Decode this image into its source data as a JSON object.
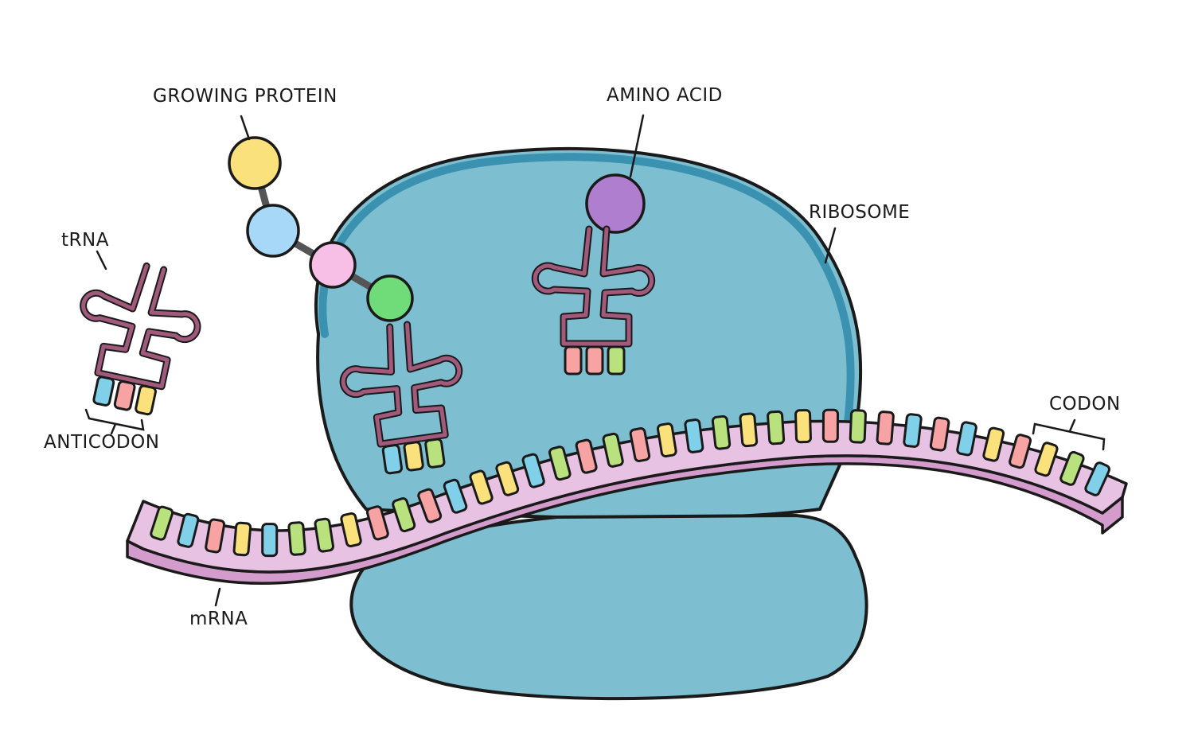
{
  "labels": {
    "growing_protein": "GROWING PROTEIN",
    "amino_acid": "AMINO ACID",
    "ribosome": "RIBOSOME",
    "trna": "tRNA",
    "anticodon": "ANTICODON",
    "codon": "CODON",
    "mrna": "mRNA"
  },
  "colors": {
    "ribosome_fill": "#7dbfd1",
    "ribosome_rim": "#3a92b0",
    "mrna_top": "#e8c2e2",
    "mrna_side": "#d49ccc",
    "trna_body": "#a25a7c",
    "protein_chain": [
      "#fbe17b",
      "#a8d8f8",
      "#f7bfe6",
      "#6fdc79"
    ],
    "amino_acid": "#b07ecf",
    "base_yellow": "#fbe17b",
    "base_blue": "#7fd0e8",
    "base_pink": "#f7a3a3",
    "base_green": "#b9e27e"
  },
  "mrna_bases": [
    "green",
    "blue",
    "pink",
    "yellow",
    "blue",
    "green",
    "green",
    "yellow",
    "pink",
    "green",
    "pink",
    "blue",
    "yellow",
    "yellow",
    "blue",
    "green",
    "pink",
    "green",
    "pink",
    "yellow",
    "blue",
    "green",
    "yellow",
    "green",
    "yellow",
    "pink",
    "green",
    "pink",
    "blue",
    "pink",
    "blue",
    "yellow",
    "pink",
    "yellow",
    "green",
    "blue"
  ],
  "trna_left_anticodon": [
    "blue",
    "pink",
    "yellow"
  ],
  "trna_middle_anticodon": [
    "blue",
    "yellow",
    "green"
  ],
  "trna_right_anticodon": [
    "pink",
    "pink",
    "green"
  ]
}
